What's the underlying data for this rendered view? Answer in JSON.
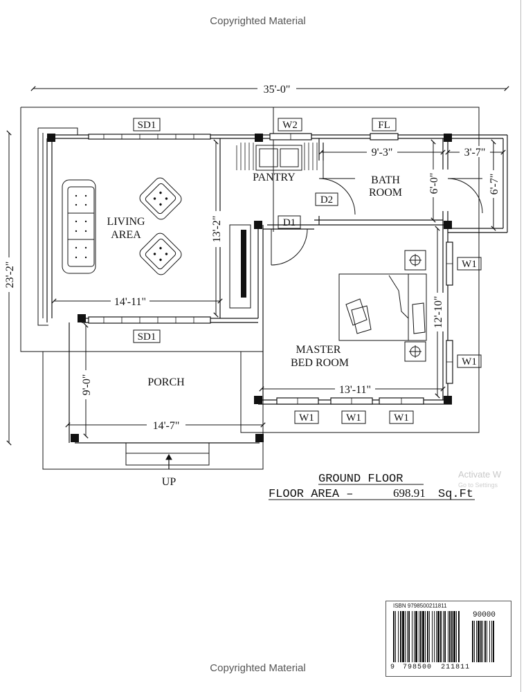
{
  "header": {
    "copyright": "Copyrighted Material"
  },
  "footer": {
    "copyright": "Copyrighted Material"
  },
  "plan": {
    "overall_width": "35'-0\"",
    "overall_depth": "23'-2\"",
    "rooms": {
      "living": [
        "LIVING",
        "AREA"
      ],
      "pantry": "PANTRY",
      "bath": [
        "BATH",
        "ROOM"
      ],
      "master": [
        "MASTER",
        "BED ROOM"
      ],
      "porch": "PORCH"
    },
    "openings": {
      "sd1_top": "SD1",
      "sd1_bottom": "SD1",
      "w2": "W2",
      "fl": "FL",
      "d2": "D2",
      "d1": "D1",
      "w1_right_top": "W1",
      "w1_right_bottom": "W1",
      "w1_bottom_1": "W1",
      "w1_bottom_2": "W1",
      "w1_bottom_3": "W1"
    },
    "dimensions": {
      "bath_width": "9'-3\"",
      "bath_depth": "6'-0\"",
      "passage_width": "3'-7\"",
      "passage_depth": "6'-7\"",
      "living_depth": "13'-2\"",
      "living_width": "14'-11\"",
      "bed_depth": "12'-10\"",
      "bed_width": "13'-11\"",
      "porch_depth": "9'-0\"",
      "porch_width": "14'-7\""
    },
    "entry": "UP",
    "title": "GROUND FLOOR",
    "area_label": "FLOOR AREA –",
    "area_value": "698.91",
    "area_unit": "Sq.Ft"
  },
  "overlay": {
    "line1": "Activate W",
    "line2": "Go to Settings"
  },
  "barcode": {
    "isbn": "ISBN 9798500211811",
    "price": "90000",
    "digits_a": "9",
    "digits_b": "798500",
    "digits_c": "211811"
  }
}
